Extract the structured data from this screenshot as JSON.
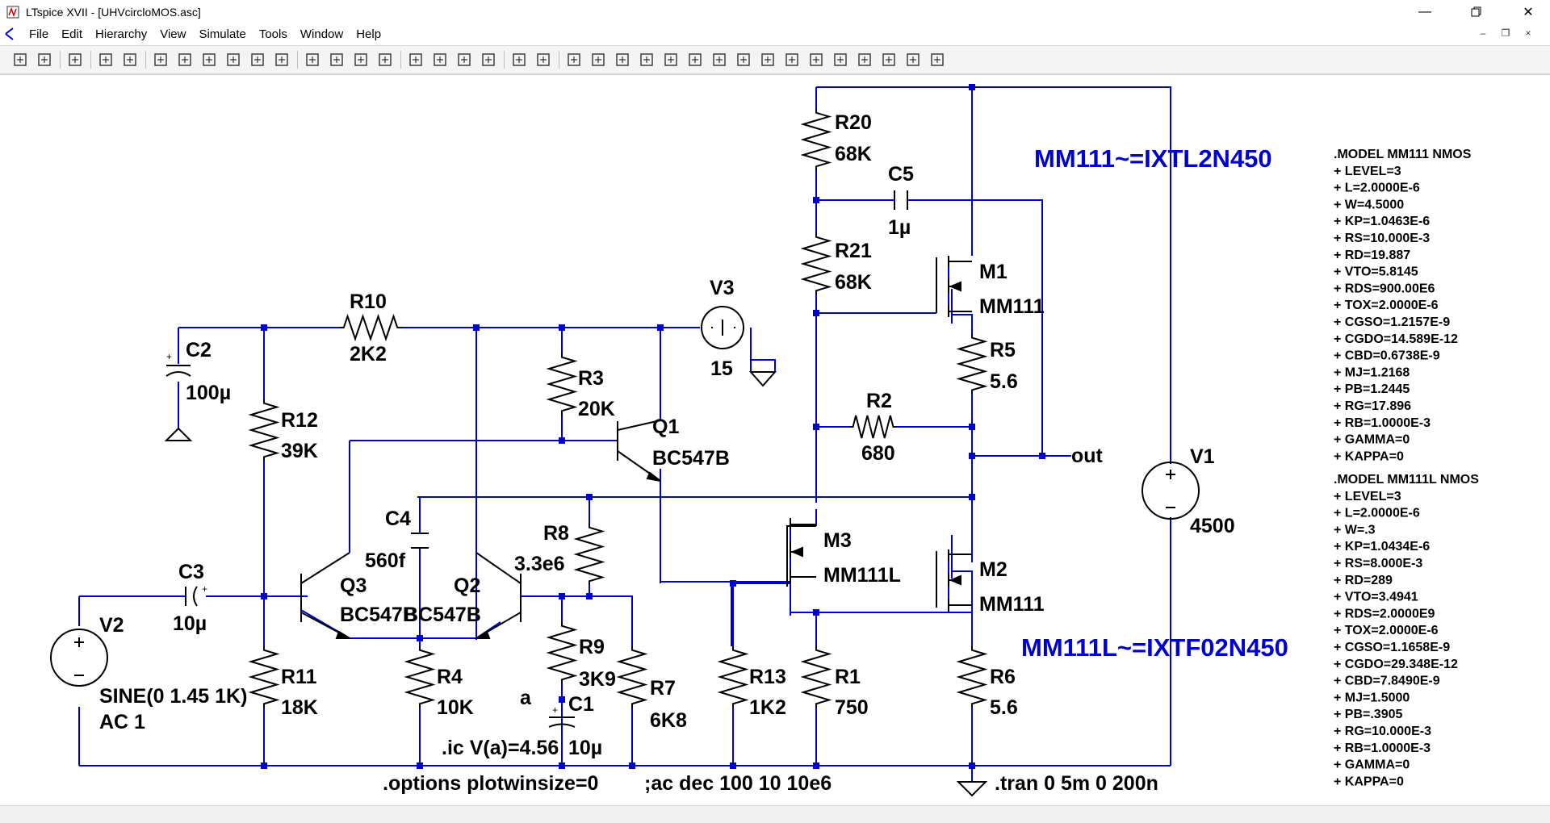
{
  "window": {
    "title": "LTspice XVII - [UHVcircloMOS.asc]"
  },
  "menu": [
    {
      "label": "File"
    },
    {
      "label": "Edit"
    },
    {
      "label": "Hierarchy"
    },
    {
      "label": "View"
    },
    {
      "label": "Simulate"
    },
    {
      "label": "Tools"
    },
    {
      "label": "Window"
    },
    {
      "label": "Help"
    }
  ],
  "toolbar": {
    "icons": [
      "run-icon",
      "open-icon",
      "save-icon",
      "control-panel-icon",
      "halt-icon",
      "pan-icon",
      "zoom-in-icon",
      "zoom-area-icon",
      "zoom-out-icon",
      "zoom-fit-icon",
      "autorange-icon",
      "mark-icon",
      "tile-horizontal-icon",
      "cascade-icon",
      "tile-vertical-icon",
      "cut-icon",
      "copy-icon",
      "paste-icon",
      "find-icon",
      "print-setup-icon",
      "print-icon",
      "draw-wire-icon",
      "ground-icon",
      "label-net-icon",
      "resistor-icon",
      "capacitor-icon",
      "inductor-icon",
      "diode-icon",
      "component-icon",
      "move-icon",
      "drag-icon",
      "undo-icon",
      "redo-icon",
      "rotate-icon",
      "mirror-icon",
      "text-icon",
      "spice-directive-icon"
    ]
  },
  "schematic": {
    "components": {
      "R20": {
        "name": "R20",
        "value": "68K"
      },
      "R21": {
        "name": "R21",
        "value": "68K"
      },
      "C5": {
        "name": "C5",
        "value": "1µ"
      },
      "M1": {
        "name": "M1",
        "value": "MM111"
      },
      "R5": {
        "name": "R5",
        "value": "5.6"
      },
      "R2": {
        "name": "R2",
        "value": "680"
      },
      "M3": {
        "name": "M3",
        "value": "MM111L"
      },
      "M2": {
        "name": "M2",
        "value": "MM111"
      },
      "R1": {
        "name": "R1",
        "value": "750"
      },
      "R6": {
        "name": "R6",
        "value": "5.6"
      },
      "R13": {
        "name": "R13",
        "value": "1K2"
      },
      "V1": {
        "name": "V1",
        "value": "4500"
      },
      "V3": {
        "name": "V3",
        "value": "15"
      },
      "R10": {
        "name": "R10",
        "value": "2K2"
      },
      "C2": {
        "name": "C2",
        "value": "100µ"
      },
      "R12": {
        "name": "R12",
        "value": "39K"
      },
      "R3": {
        "name": "R3",
        "value": "20K"
      },
      "Q1": {
        "name": "Q1",
        "value": "BC547B"
      },
      "C4": {
        "name": "C4",
        "value": "560f"
      },
      "R8": {
        "name": "R8",
        "value": "3.3e6"
      },
      "Q3": {
        "name": "Q3",
        "value": "BC547B"
      },
      "Q2": {
        "name": "Q2",
        "value": "BC547B"
      },
      "C3": {
        "name": "C3",
        "value": "10µ"
      },
      "V2": {
        "name": "V2",
        "value1": "SINE(0 1.45 1K)",
        "value2": "AC 1"
      },
      "R11": {
        "name": "R11",
        "value": "18K"
      },
      "R4": {
        "name": "R4",
        "value": "10K"
      },
      "R9": {
        "name": "R9",
        "value": "3K9"
      },
      "C1": {
        "name": "C1",
        "value": "10µ"
      },
      "R7": {
        "name": "R7",
        "value": "6K8"
      }
    },
    "net_labels": {
      "out": "out",
      "a": "a"
    },
    "directives": {
      "ic": ".ic V(a)=4.56",
      "options": ".options plotwinsize=0",
      "ac": ";ac dec 100 10 10e6",
      "tran": ".tran 0 5m 0 200n"
    },
    "aliases": {
      "mm111": "MM111~=IXTL2N450",
      "mm111l": "MM111L~=IXTF02N450"
    },
    "models": [
      {
        "lines": [
          ".MODEL MM111 NMOS",
          "+ LEVEL=3",
          "+ L=2.0000E-6",
          "+ W=4.5000",
          "+ KP=1.0463E-6",
          "+ RS=10.000E-3",
          "+ RD=19.887",
          "+ VTO=5.8145",
          "+ RDS=900.00E6",
          "+ TOX=2.0000E-6",
          "+ CGSO=1.2157E-9",
          "+ CGDO=14.589E-12",
          "+ CBD=0.6738E-9",
          "+ MJ=1.2168",
          "+ PB=1.2445",
          "+ RG=17.896",
          "+ RB=1.0000E-3",
          "+ GAMMA=0",
          "+ KAPPA=0"
        ]
      },
      {
        "lines": [
          ".MODEL MM111L NMOS",
          "+ LEVEL=3",
          "+ L=2.0000E-6",
          "+ W=.3",
          "+ KP=1.0434E-6",
          "+ RS=8.000E-3",
          "+ RD=289",
          "+ VTO=3.4941",
          "+ RDS=2.0000E9",
          "+ TOX=2.0000E-6",
          "+ CGSO=1.1658E-9",
          "+ CGDO=29.348E-12",
          "+ CBD=7.8490E-9",
          "+ MJ=1.5000",
          "+ PB=.3905",
          "+ RG=10.000E-3",
          "+ RB=1.0000E-3",
          "+ GAMMA=0",
          "+ KAPPA=0"
        ]
      }
    ]
  }
}
